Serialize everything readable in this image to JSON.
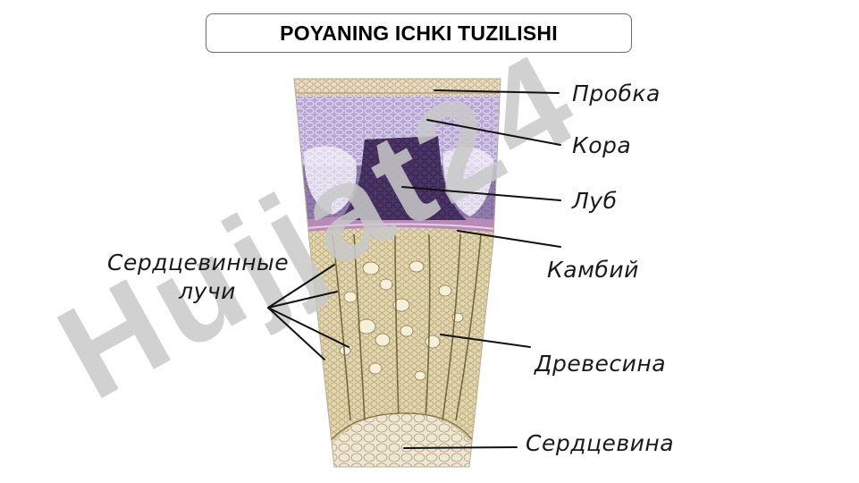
{
  "title": "POYANING ICHKI TUZILISHI",
  "labels": {
    "probka": "Пробка",
    "kora": "Кора",
    "lub": "Луб",
    "kambiy": "Камбий",
    "drevesina": "Древесина",
    "serdtsevina": "Сердцевина",
    "serdtsevinnye_1": "Сердцевинные",
    "serdtsevinnye_2": "лучи"
  },
  "watermark": {
    "text": "Hujjat24",
    "color_grey": "#c9c9c9",
    "color_purple": "#d9cdf3"
  },
  "colors": {
    "cork": "#e9dcc1",
    "cortex": "#b7a6d6",
    "phloem": "#4a3566",
    "cambium": "#b88ab8",
    "wood": "#e3d6ae",
    "pith": "#f0e7d2",
    "leader_line": "#111111"
  }
}
